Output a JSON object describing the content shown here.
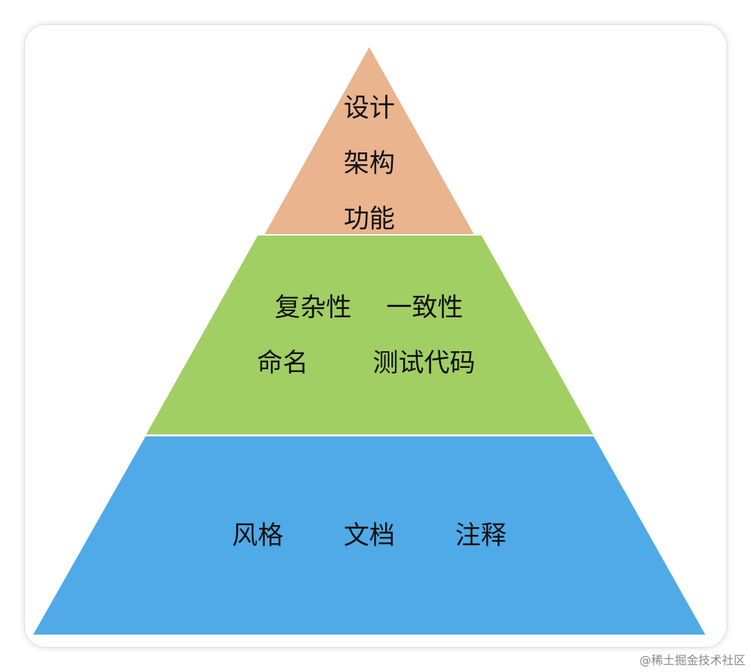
{
  "tiers": {
    "top": {
      "color": "#E9B48E",
      "lines": [
        "设计",
        "架构",
        "功能"
      ]
    },
    "middle": {
      "color": "#A1CF63",
      "row1": [
        "复杂性",
        "一致性"
      ],
      "row2": [
        "命名",
        "测试代码"
      ]
    },
    "bottom": {
      "color": "#4FAAE7",
      "items": [
        "风格",
        "文档",
        "注释"
      ]
    }
  },
  "watermark": "@稀土掘金技术社区"
}
